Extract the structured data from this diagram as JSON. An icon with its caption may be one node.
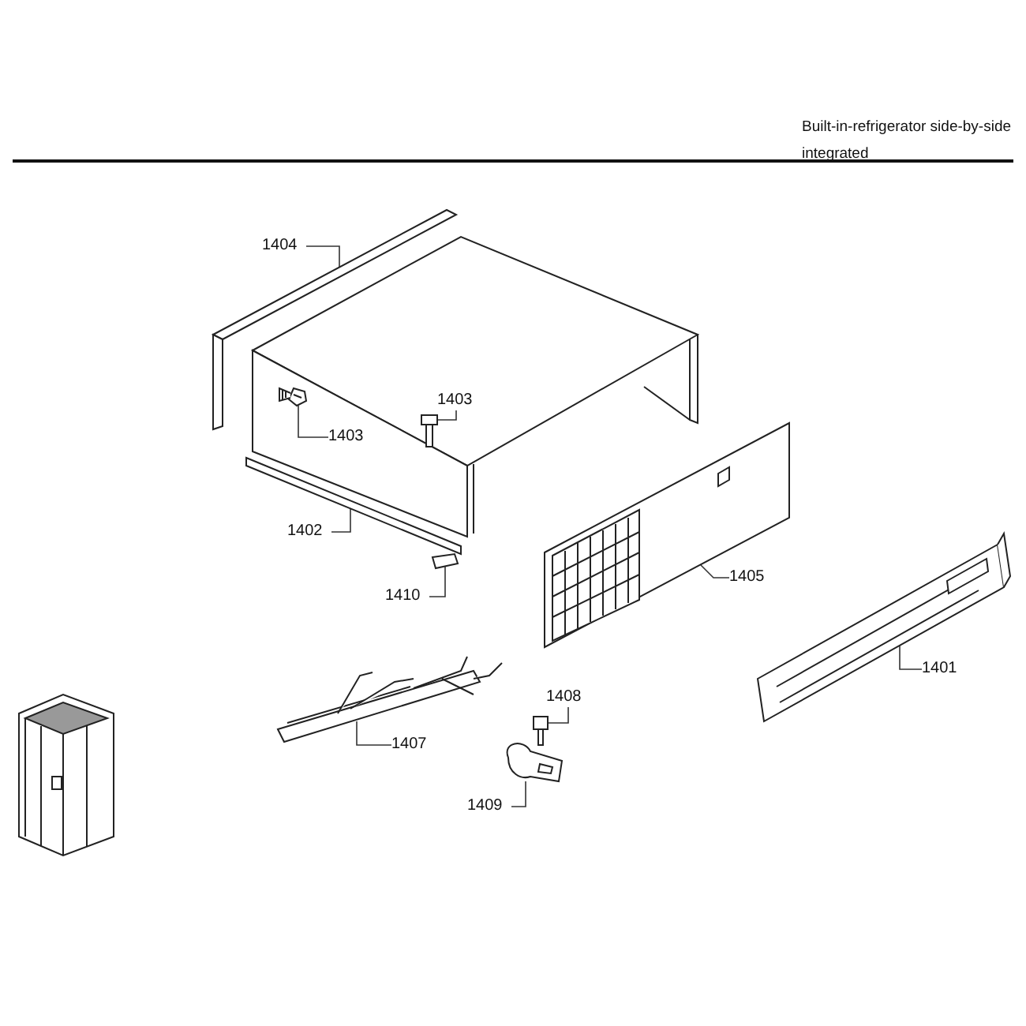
{
  "diagram": {
    "nodes": [
      {
        "text": [
          "1404"
        ]
      },
      {
        "text": [
          "1403"
        ]
      },
      {
        "text": [
          "1403"
        ]
      },
      {
        "text": [
          "1402"
        ]
      },
      {
        "text": [
          "1410"
        ]
      },
      {
        "text": [
          "1405"
        ]
      },
      {
        "text": [
          "1401"
        ]
      },
      {
        "text": [
          "1407"
        ]
      },
      {
        "text": [
          "1408"
        ]
      },
      {
        "text": [
          "1409"
        ]
      },
      {
        "text": [],
        "shape": "picture"
      },
      {
        "text": [],
        "shape": "picture"
      },
      {
        "text": [],
        "shape": "picture"
      },
      {
        "text": [],
        "shape": "picture"
      },
      {
        "text": [],
        "shape": "picture"
      },
      {
        "text": [],
        "shape": "picture"
      },
      {
        "text": [],
        "shape": "picture"
      },
      {
        "text": [],
        "shape": "picture"
      },
      {
        "text": [],
        "shape": "picture"
      },
      {
        "text": [],
        "shape": "picture"
      }
    ],
    "edges": [
      {
        "from": 0,
        "to": 10,
        "arrow": "none"
      },
      {
        "from": 1,
        "to": 11,
        "arrow": "none"
      },
      {
        "from": 2,
        "to": 12,
        "arrow": "none"
      },
      {
        "from": 3,
        "to": 13,
        "arrow": "none"
      },
      {
        "from": 4,
        "to": 14,
        "arrow": "none"
      },
      {
        "from": 5,
        "to": 15,
        "arrow": "none"
      },
      {
        "from": 6,
        "to": 16,
        "arrow": "none"
      },
      {
        "from": 7,
        "to": 17,
        "arrow": "none"
      },
      {
        "from": 8,
        "to": 18,
        "arrow": "none"
      },
      {
        "from": 9,
        "to": 19,
        "arrow": "none"
      }
    ],
    "labels": [
      "Built-in-refrigerator side-by-side integrated"
    ]
  }
}
